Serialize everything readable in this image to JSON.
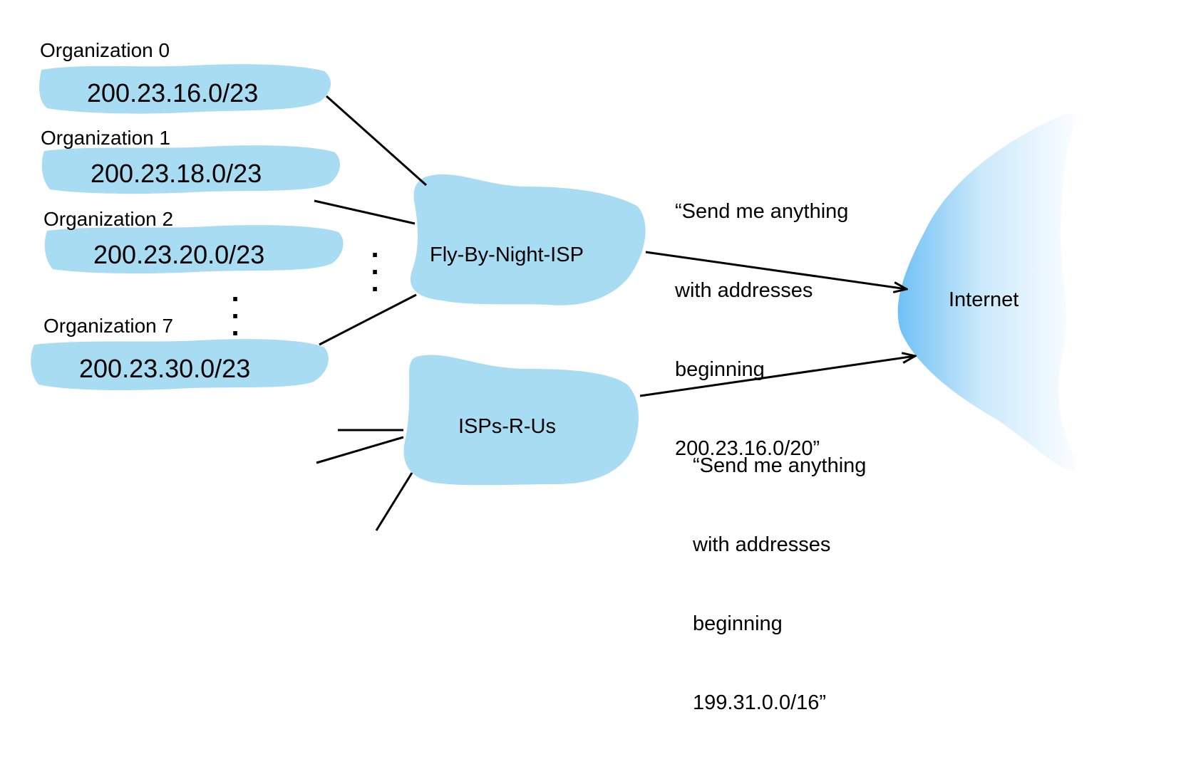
{
  "organizations": [
    {
      "label": "Organization 0",
      "prefix": "200.23.16.0/23"
    },
    {
      "label": "Organization 1",
      "prefix": "200.23.18.0/23"
    },
    {
      "label": "Organization 2",
      "prefix": "200.23.20.0/23"
    },
    {
      "label": "Organization 7",
      "prefix": "200.23.30.0/23"
    }
  ],
  "isps": [
    {
      "name": "Fly-By-Night-ISP"
    },
    {
      "name": "ISPs-R-Us"
    }
  ],
  "internet": {
    "label": "Internet"
  },
  "advertisements": [
    {
      "lines": [
        "“Send me anything",
        "with addresses",
        "beginning",
        "200.23.16.0/20”"
      ]
    },
    {
      "lines": [
        "“Send me anything",
        "with addresses",
        "beginning",
        "199.31.0.0/16”"
      ]
    }
  ],
  "ellipsis": ".",
  "colors": {
    "cloud": "#a8dcf2",
    "internet_edge": "#6ec0f5",
    "line": "#000000"
  }
}
